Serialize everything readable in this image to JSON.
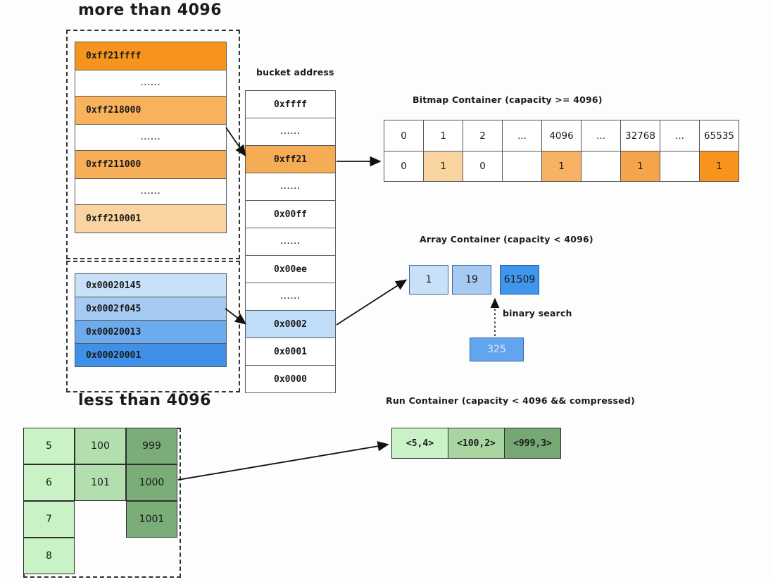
{
  "palette": {
    "orange_dark": "#F7941E",
    "orange_mid": "#F7B05A",
    "orange_light": "#FAD4A0",
    "blue_light": "#C8E1F9",
    "blue_mid": "#A6CBF2",
    "blue_strong": "#3E90E9",
    "green_light": "#C9F2C6",
    "green_mid": "#B3DEAE",
    "green_dark": "#7BAD79"
  },
  "titles": {
    "more_than": "more than 4096",
    "less_than": "less than 4096"
  },
  "high_stack": {
    "cells": [
      {
        "text": "0xff21ffff",
        "bg": "#F7941E"
      },
      {
        "text": "......",
        "bg": "#ffffff"
      },
      {
        "text": "0xff218000",
        "bg": "#F8B25C"
      },
      {
        "text": "......",
        "bg": "#ffffff"
      },
      {
        "text": "0xff211000",
        "bg": "#F6AF58"
      },
      {
        "text": "......",
        "bg": "#ffffff"
      },
      {
        "text": "0xff210001",
        "bg": "#FAD4A0"
      }
    ]
  },
  "low_stack": {
    "cells": [
      {
        "text": "0x00020145",
        "bg": "#C8E1F9"
      },
      {
        "text": "0x0002f045",
        "bg": "#A6CBF2"
      },
      {
        "text": "0x00020013",
        "bg": "#6CABEE"
      },
      {
        "text": "0x00020001",
        "bg": "#3E90E9"
      }
    ]
  },
  "bucket": {
    "label": "bucket address",
    "rows": [
      {
        "text": "0xffff",
        "bg": "#ffffff"
      },
      {
        "text": "......",
        "bg": "#ffffff"
      },
      {
        "text": "0xff21",
        "bg": "#F6AC54"
      },
      {
        "text": "......",
        "bg": "#ffffff"
      },
      {
        "text": "0x00ff",
        "bg": "#ffffff"
      },
      {
        "text": "......",
        "bg": "#ffffff"
      },
      {
        "text": "0x00ee",
        "bg": "#ffffff"
      },
      {
        "text": "......",
        "bg": "#ffffff"
      },
      {
        "text": "0x0002",
        "bg": "#BFDDF8"
      },
      {
        "text": "0x0001",
        "bg": "#ffffff"
      },
      {
        "text": "0x0000",
        "bg": "#ffffff"
      }
    ]
  },
  "bitmap": {
    "title": "Bitmap Container (capacity >= 4096)",
    "header": [
      "0",
      "1",
      "2",
      "...",
      "4096",
      "...",
      "32768",
      "...",
      "65535"
    ],
    "values": [
      {
        "text": "0",
        "bg": "#ffffff"
      },
      {
        "text": "1",
        "bg": "#FAD4A0"
      },
      {
        "text": "0",
        "bg": "#ffffff"
      },
      {
        "text": "",
        "bg": "#ffffff"
      },
      {
        "text": "1",
        "bg": "#F8B264"
      },
      {
        "text": "",
        "bg": "#ffffff"
      },
      {
        "text": "1",
        "bg": "#F5A44C"
      },
      {
        "text": "",
        "bg": "#ffffff"
      },
      {
        "text": "1",
        "bg": "#F7941E"
      }
    ]
  },
  "array": {
    "title": "Array Container (capacity < 4096)",
    "cells": [
      {
        "text": "1",
        "bg": "#C8E1F9"
      },
      {
        "text": "19",
        "bg": "#A6CBF2"
      },
      {
        "text": "61509",
        "bg": "#3F96EB"
      }
    ],
    "search_label": "binary search",
    "query": {
      "text": "325",
      "bg": "#62A5EE",
      "color": "#DCEAFB"
    }
  },
  "run": {
    "title": "Run Container (capacity < 4096 && compressed)",
    "cells": [
      {
        "text": "<5,4>",
        "bg": "#C9F2C6"
      },
      {
        "text": "<100,2>",
        "bg": "#A8D5A0"
      },
      {
        "text": "<999,3>",
        "bg": "#76A874"
      }
    ]
  },
  "value_grid": {
    "cells": [
      {
        "text": "5",
        "bg": "#C9F2C6"
      },
      {
        "text": "100",
        "bg": "#B3DEAE"
      },
      {
        "text": "999",
        "bg": "#7BAD79"
      },
      {
        "text": "6",
        "bg": "#C9F2C6"
      },
      {
        "text": "101",
        "bg": "#B3DEAE"
      },
      {
        "text": "1000",
        "bg": "#7BAD79"
      },
      {
        "text": "7",
        "bg": "#C9F2C6"
      },
      {
        "text": "1001",
        "bg": "#7BAD79"
      },
      {
        "text": "8",
        "bg": "#C9F2C6"
      }
    ]
  }
}
